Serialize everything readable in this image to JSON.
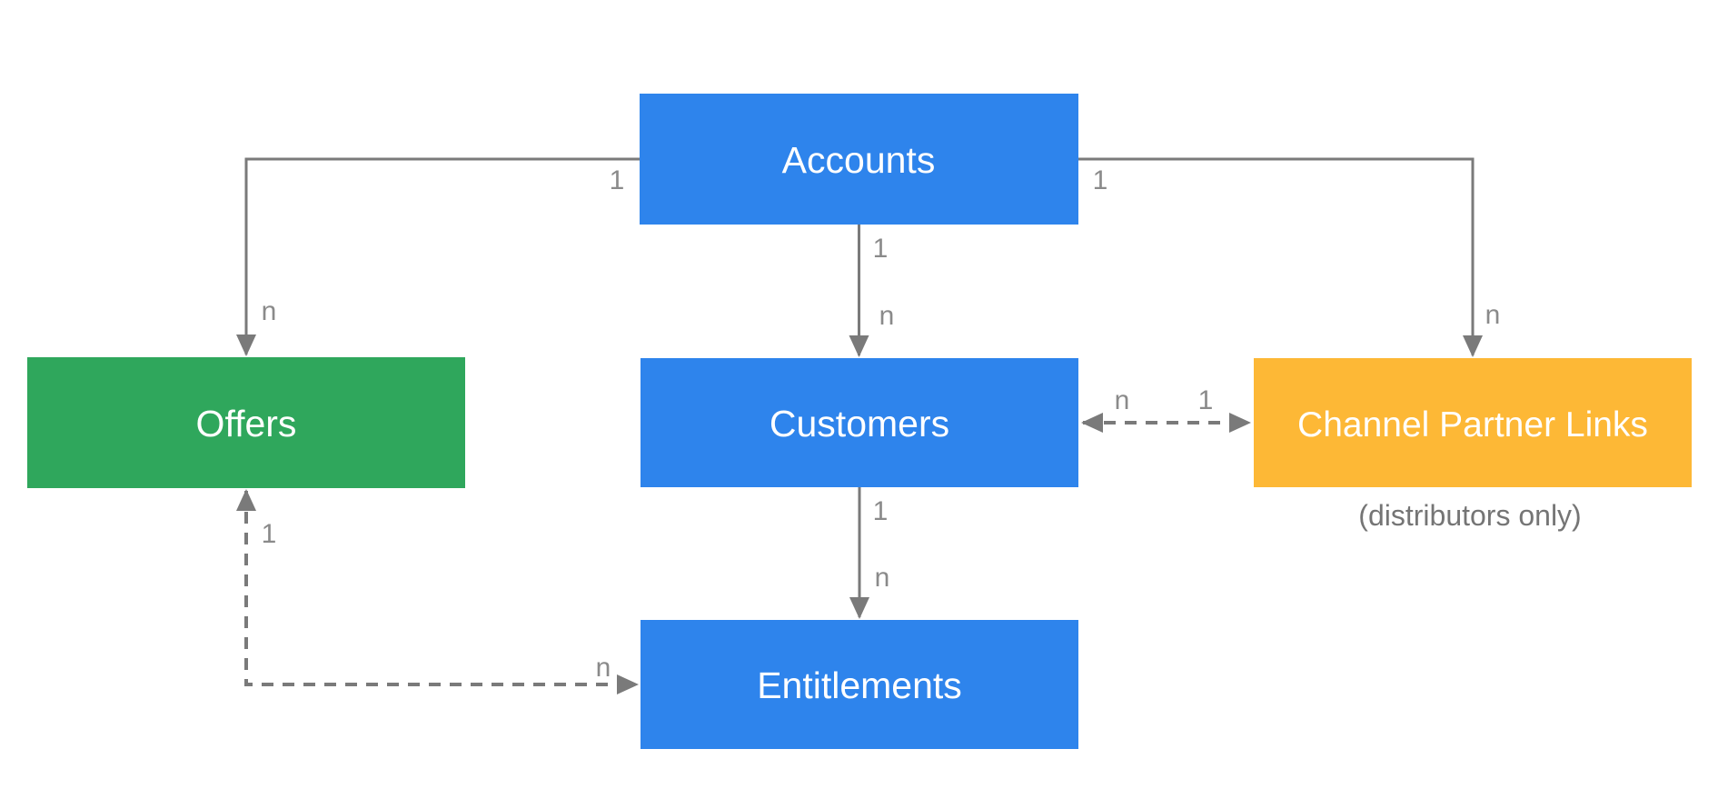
{
  "diagram": {
    "type": "entity-relationship",
    "background_color": "#ffffff",
    "line_color": "#7a7a7a",
    "edge_label_color": "#8a8a8a",
    "note_color": "#757575",
    "node_text_color": "#ffffff",
    "nodes": {
      "accounts": {
        "label": "Accounts",
        "color": "#2e84ec"
      },
      "offers": {
        "label": "Offers",
        "color": "#2fa75c"
      },
      "customers": {
        "label": "Customers",
        "color": "#2e84ec"
      },
      "channel_partner_links": {
        "label": "Channel Partner Links",
        "color": "#fdb836",
        "note": "(distributors only)"
      },
      "entitlements": {
        "label": "Entitlements",
        "color": "#2e84ec"
      }
    },
    "edges": [
      {
        "from": "accounts",
        "to": "offers",
        "from_label": "1",
        "to_label": "n",
        "style": "solid",
        "direction": "one-way"
      },
      {
        "from": "accounts",
        "to": "customers",
        "from_label": "1",
        "to_label": "n",
        "style": "solid",
        "direction": "one-way"
      },
      {
        "from": "accounts",
        "to": "channel_partner_links",
        "from_label": "1",
        "to_label": "n",
        "style": "solid",
        "direction": "one-way"
      },
      {
        "from": "customers",
        "to": "channel_partner_links",
        "from_label": "n",
        "to_label": "1",
        "style": "dashed",
        "direction": "two-way"
      },
      {
        "from": "customers",
        "to": "entitlements",
        "from_label": "1",
        "to_label": "n",
        "style": "solid",
        "direction": "one-way"
      },
      {
        "from": "offers",
        "to": "entitlements",
        "from_label": "1",
        "to_label": "n",
        "style": "dashed",
        "direction": "two-way"
      }
    ]
  }
}
